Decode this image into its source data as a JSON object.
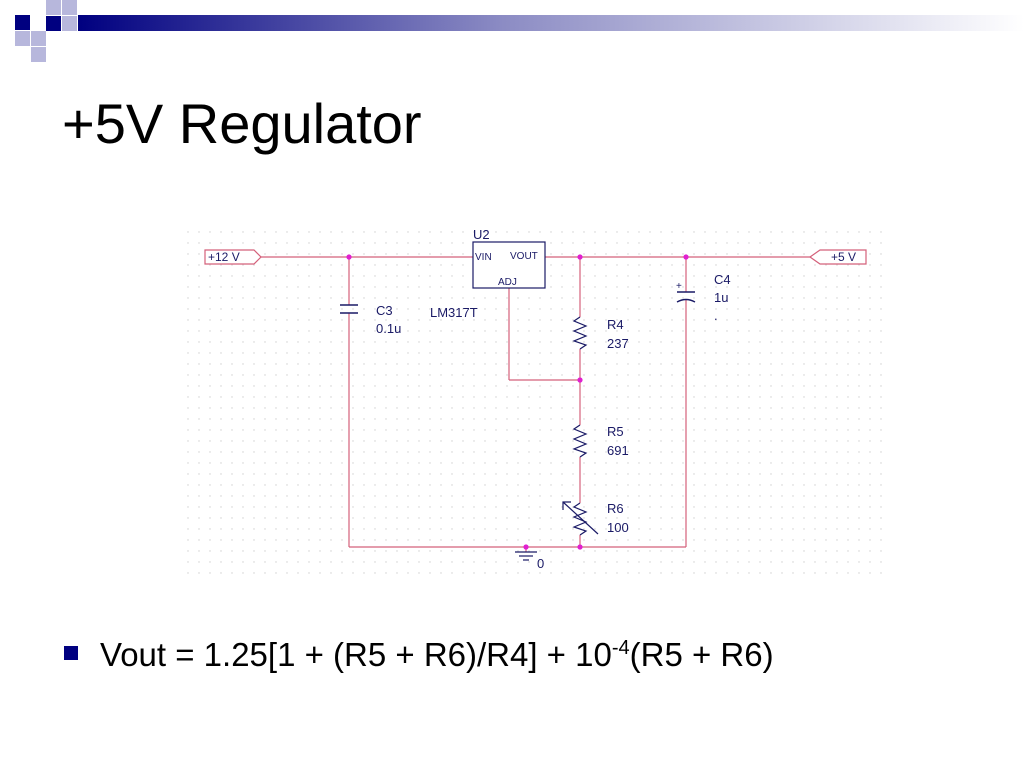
{
  "slide": {
    "title": "+5V Regulator",
    "bullet": {
      "prefix": "Vout = 1.25[1 + (R5 + R6)/R4] + 10",
      "exponent": "-4",
      "suffix": "(R5 + R6)"
    }
  },
  "schematic": {
    "net_in": "+12 V",
    "net_out": "+5 V",
    "ground": "0",
    "regulator": {
      "ref": "U2",
      "part": "LM317T",
      "pin_vin": "VIN",
      "pin_vout": "VOUT",
      "pin_adj": "ADJ"
    },
    "c3": {
      "ref": "C3",
      "value": "0.1u"
    },
    "c4": {
      "ref": "C4",
      "value": "1u",
      "note": "."
    },
    "r4": {
      "ref": "R4",
      "value": "237"
    },
    "r5": {
      "ref": "R5",
      "value": "691"
    },
    "r6": {
      "ref": "R6",
      "value": "100"
    }
  },
  "colors": {
    "wire": "#d4607a",
    "component": "#1a1a66",
    "junction": "#e020d0",
    "accent_navy": "#000080",
    "accent_periwinkle": "#9999cc"
  }
}
